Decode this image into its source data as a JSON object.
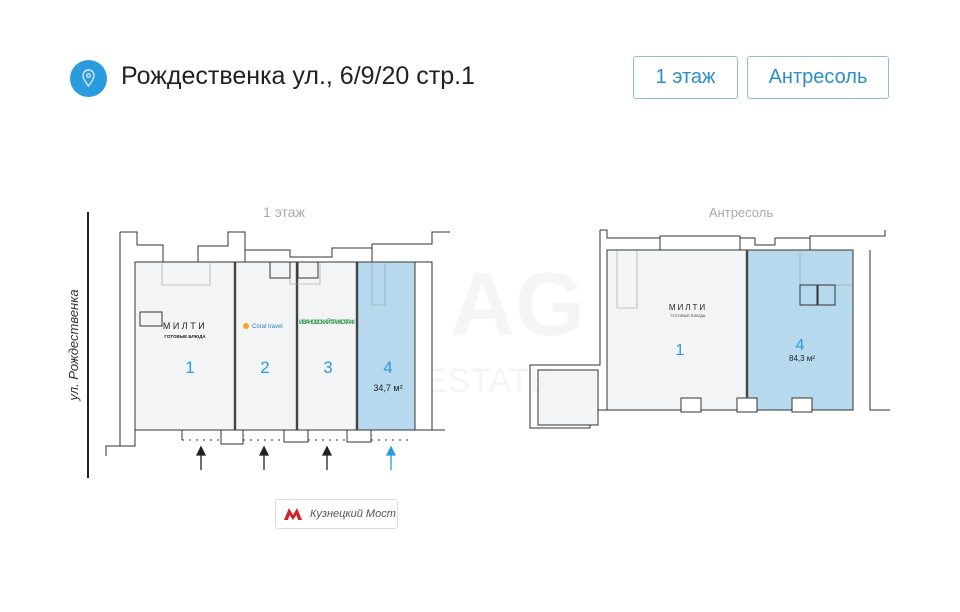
{
  "header": {
    "title": "Рождественка ул., 6/9/20 стр.1",
    "location_icon": "map-pin-icon",
    "buttons": [
      {
        "label": "1 этаж"
      },
      {
        "label": "Антресоль"
      }
    ]
  },
  "plans": [
    {
      "title": "1 этаж",
      "street": "ул. Рождественка",
      "rooms": [
        {
          "number": "1",
          "tenant": "МИЛТИ",
          "tenant_sub": "ГОТОВЫЕ БЛЮДА"
        },
        {
          "number": "2",
          "tenant": "Coral travel"
        },
        {
          "number": "3",
          "tenant": "ИВАНОВСКИЙ ТРИКОТАЖ"
        },
        {
          "number": "4",
          "area": "34,7 м²",
          "highlighted": true
        }
      ]
    },
    {
      "title": "Антресоль",
      "rooms": [
        {
          "number": "1",
          "tenant": "МИЛТИ",
          "tenant_sub": "ГОТОВЫЕ БЛЮДА"
        },
        {
          "number": "4",
          "area": "84,3 м²",
          "highlighted": true
        }
      ]
    }
  ],
  "metro": {
    "station": "Кузнецкий Мост",
    "icon": "metro-m-icon",
    "color": "#d2232a"
  },
  "watermark": {
    "line1": "AGORA",
    "line2": "ESTATE"
  },
  "colors": {
    "accent": "#2b9be0",
    "highlight": "#b7d9ee",
    "room": "#f3f4f5",
    "wall": "#333333",
    "logo_green": "#2e9a4a"
  }
}
